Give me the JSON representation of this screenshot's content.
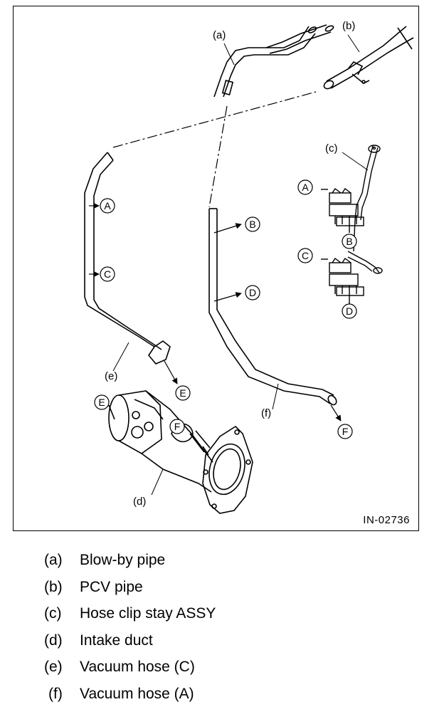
{
  "figure": {
    "id": "IN-02736",
    "part_labels": {
      "a": "(a)",
      "b": "(b)",
      "c": "(c)",
      "d": "(d)",
      "e": "(e)",
      "f": "(f)"
    },
    "connectors": {
      "A": "A",
      "B": "B",
      "C": "C",
      "D": "D",
      "E": "E",
      "F": "F"
    }
  },
  "legend": [
    {
      "key": "(a)",
      "text": "Blow-by pipe"
    },
    {
      "key": "(b)",
      "text": "PCV pipe"
    },
    {
      "key": "(c)",
      "text": "Hose clip stay ASSY"
    },
    {
      "key": "(d)",
      "text": "Intake duct"
    },
    {
      "key": "(e)",
      "text": "Vacuum hose (C)"
    },
    {
      "key": "(f)",
      "text": "Vacuum hose (A)"
    }
  ]
}
